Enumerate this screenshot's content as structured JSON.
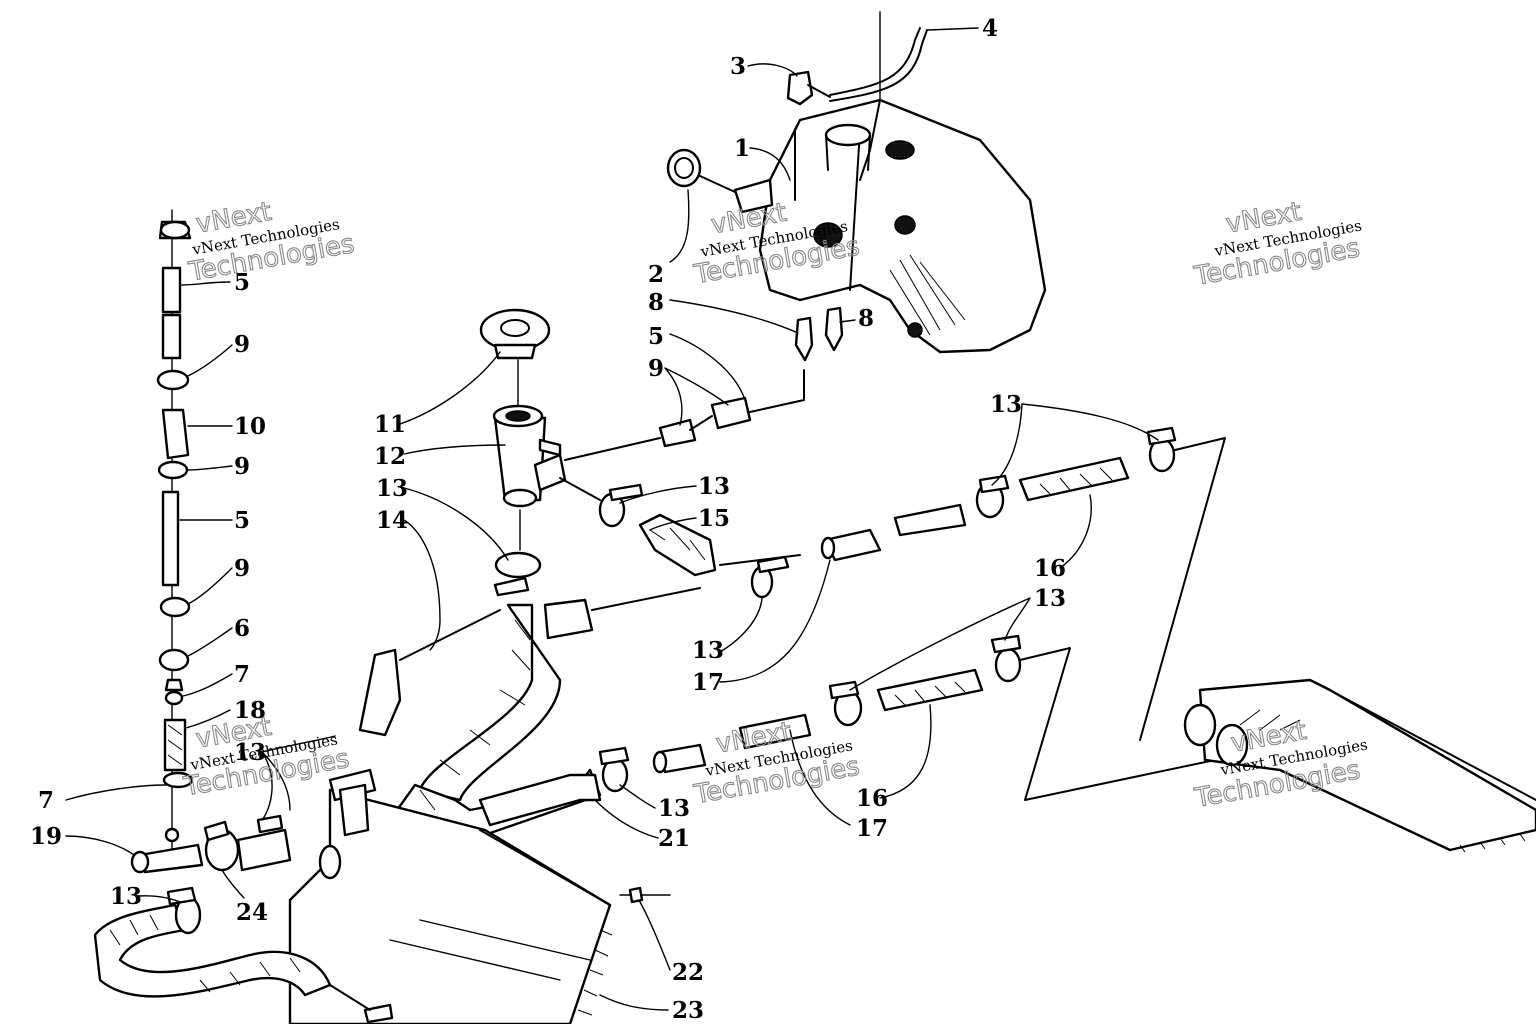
{
  "callouts": [
    "4",
    "3",
    "1",
    "2",
    "8",
    "8",
    "5",
    "9",
    "11",
    "12",
    "13",
    "14",
    "13",
    "15",
    "13",
    "17",
    "16",
    "13",
    "13",
    "16",
    "17",
    "13",
    "21",
    "5",
    "9",
    "10",
    "9",
    "5",
    "9",
    "6",
    "7",
    "18",
    "13",
    "7",
    "19",
    "24",
    "13",
    "22",
    "23"
  ],
  "watermark": {
    "line1": "vNext Technologies",
    "line2": "Technologies",
    "line3": "vNext"
  }
}
